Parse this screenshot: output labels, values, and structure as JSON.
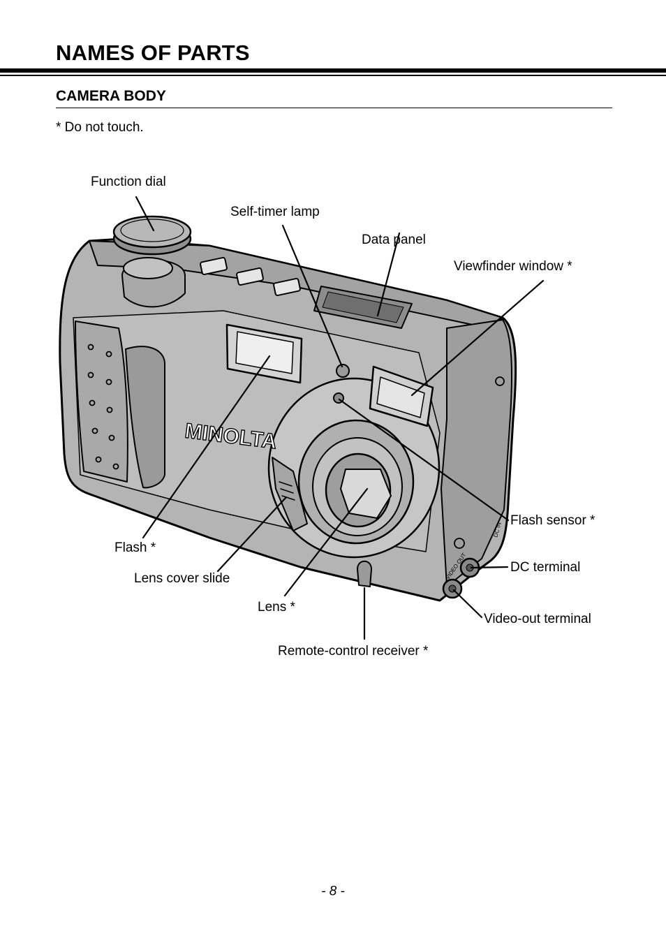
{
  "page": {
    "title": "NAMES OF PARTS",
    "section_title": "CAMERA BODY",
    "note": "* Do not touch.",
    "page_number": "- 8 -"
  },
  "camera": {
    "brand_text": "MINOLTA",
    "port_text_video": "VIDEO OUT",
    "port_text_dc": "DC IN"
  },
  "labels": {
    "function_dial": "Function dial",
    "self_timer_lamp": "Self-timer lamp",
    "data_panel": "Data panel",
    "viewfinder_window": "Viewfinder window *",
    "flash_sensor": "Flash sensor *",
    "dc_terminal": "DC terminal",
    "video_out_terminal": "Video-out terminal",
    "remote_control_receiver": "Remote-control receiver *",
    "lens": "Lens *",
    "lens_cover_slide": "Lens cover slide",
    "flash": "Flash *"
  },
  "colors": {
    "body": "#b4b4b4",
    "body_dark": "#8f8f8f",
    "outline": "#000000"
  }
}
